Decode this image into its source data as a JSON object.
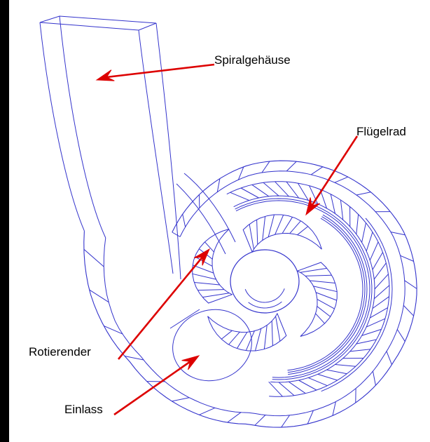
{
  "diagram": {
    "type": "wireframe-cad-centrifugal-pump",
    "labels": {
      "spiralgehaeuse": "Spiralgehäuse",
      "fluegelrad": "Flügelrad",
      "rotierender": "Rotierender",
      "einlass": "Einlass"
    },
    "colors": {
      "wireframe": "#3333cc",
      "arrow": "#dd0000",
      "text": "#000000",
      "background": "#ffffff",
      "edge_bar": "#000000"
    }
  }
}
